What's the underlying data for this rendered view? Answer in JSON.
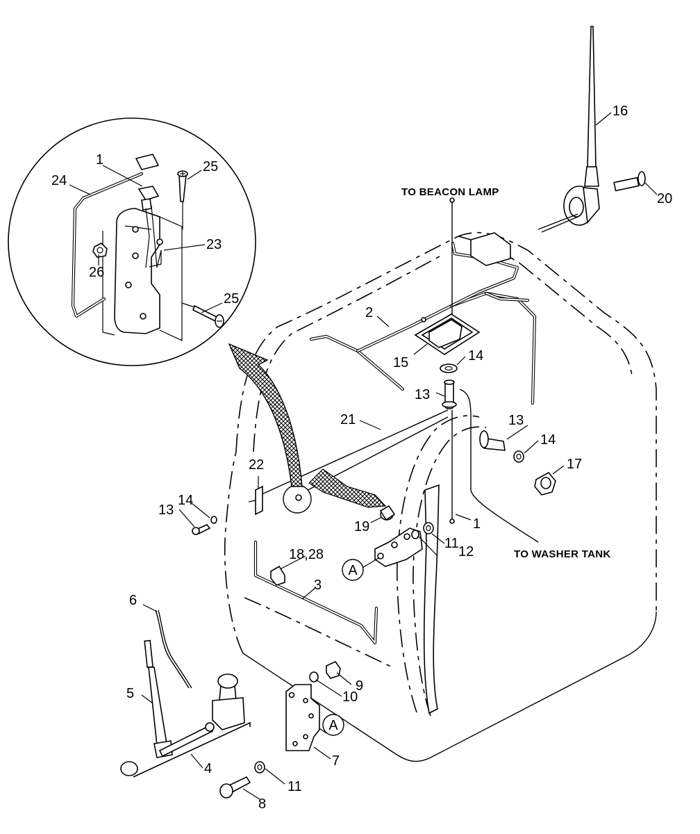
{
  "diagram": {
    "callouts": {
      "c1": "1",
      "c2": "2",
      "c3": "3",
      "c4": "4",
      "c5": "5",
      "c6": "6",
      "c7": "7",
      "c8": "8",
      "c9": "9",
      "c10": "10",
      "c11": "11",
      "c12": "12",
      "c13": "13",
      "c14": "14",
      "c15": "15",
      "c16": "16",
      "c17": "17",
      "c18_28": "18,28",
      "c19": "19",
      "c20": "20",
      "c21": "21",
      "c22": "22",
      "c23": "23",
      "c24": "24",
      "c25": "25",
      "c26": "26"
    },
    "detail_markers": {
      "a": "A"
    },
    "captions": {
      "beacon": "TO BEACON LAMP",
      "washer": "TO WASHER TANK"
    }
  }
}
